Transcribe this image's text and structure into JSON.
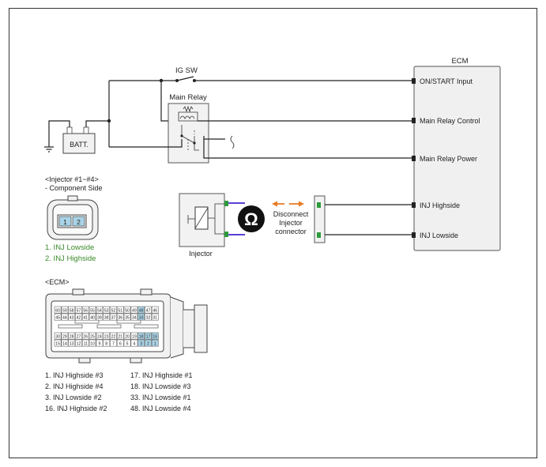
{
  "ecm": {
    "title": "ECM",
    "pins": [
      "ON/START Input",
      "Main Relay Control",
      "Main Relay Power",
      "INJ Highside",
      "INJ Lowside"
    ]
  },
  "ig_sw": {
    "label": "IG SW"
  },
  "main_relay": {
    "label": "Main Relay"
  },
  "battery": {
    "label": "BATT."
  },
  "injector": {
    "label": "Injector"
  },
  "ohm_symbol": "Ω",
  "disconnect_note": {
    "lines": [
      "Disconnect",
      "Injector",
      "connector"
    ]
  },
  "injector_connector": {
    "title": "<Injector #1~#4>",
    "subtitle": "- Component Side",
    "pin_numbers": [
      "1",
      "2"
    ],
    "pins": [
      "1. INJ Lowside",
      "2. INJ Highside"
    ]
  },
  "ecm_connector": {
    "title": "<ECM>",
    "row_upper_a": [
      "60",
      "59",
      "58",
      "57",
      "56",
      "55",
      "54",
      "53",
      "52",
      "51",
      "50",
      "49",
      "48",
      "47",
      "46"
    ],
    "row_upper_b": [
      "45",
      "44",
      "43",
      "42",
      "41",
      "40",
      "39",
      "38",
      "37",
      "36",
      "35",
      "34",
      "33",
      "32",
      "31"
    ],
    "row_lower_a": [
      "30",
      "29",
      "28",
      "27",
      "26",
      "25",
      "24",
      "23",
      "22",
      "21",
      "20",
      "19",
      "18",
      "17",
      "16"
    ],
    "row_lower_b": [
      "15",
      "14",
      "13",
      "12",
      "11",
      "10",
      "9",
      "8",
      "7",
      "6",
      "5",
      "4",
      "3",
      "2",
      "1"
    ],
    "pins_left": [
      "1. INJ Highside #3",
      "2. INJ Highside #4",
      "3. INJ Lowside #2",
      "16. INJ Highside #2"
    ],
    "pins_right": [
      "17. INJ Highside #1",
      "18. INJ Lowside #3",
      "33. INJ Lowside #1",
      "48. INJ Lowside #4"
    ]
  },
  "colors": {
    "pin_legend": "#3a8a2a",
    "probe_wire": "#5b3fd6",
    "arrow": "#e87a24",
    "connector_pin": "#2e9a3c",
    "pin_highlight": "#a9d3e6"
  }
}
